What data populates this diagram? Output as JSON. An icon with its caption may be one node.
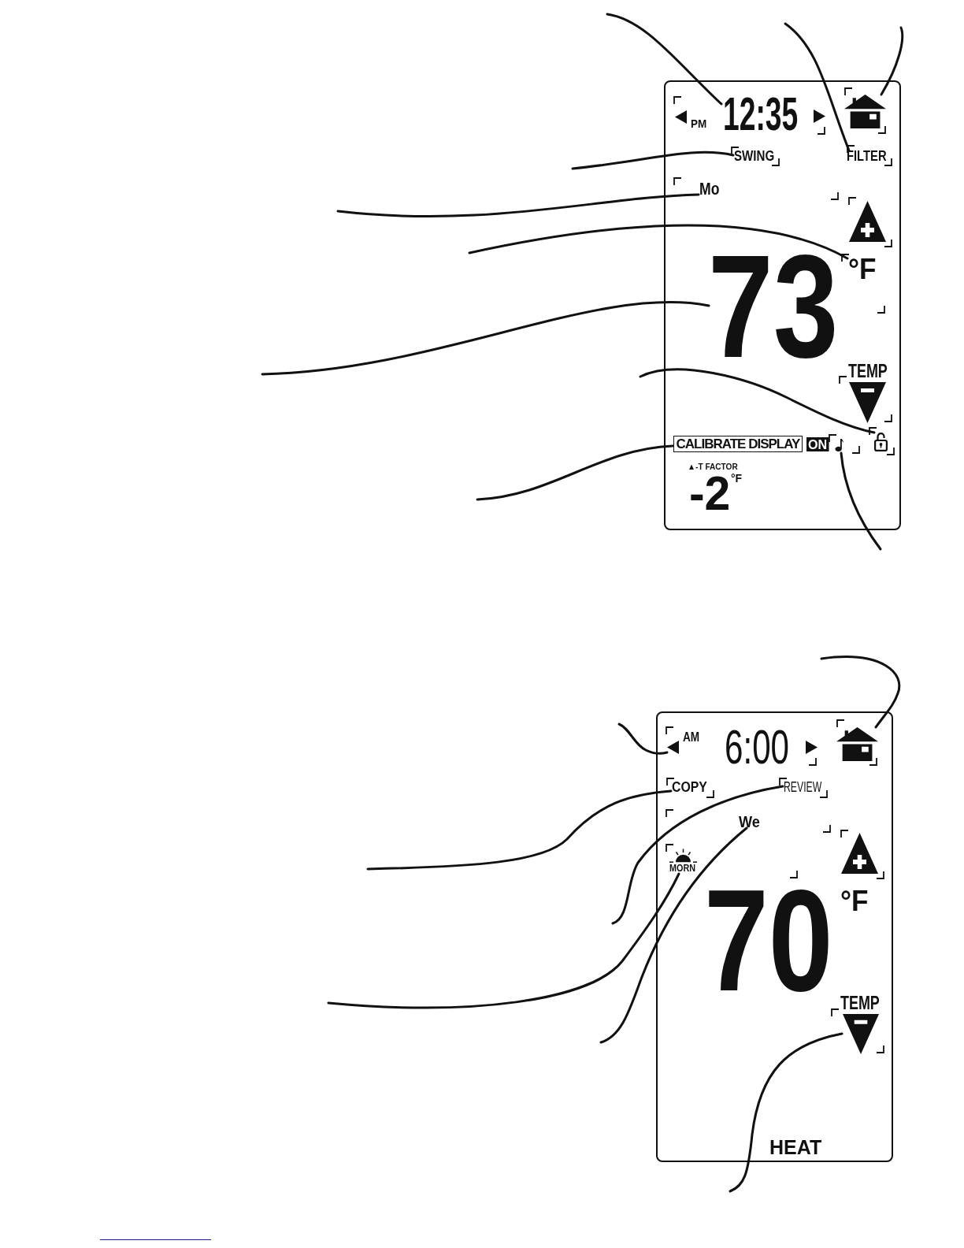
{
  "diagram": {
    "nodes": [
      {
        "text": [],
        "shape": "box"
      },
      {
        "text": [
          "12:35"
        ],
        "in": 0
      },
      {
        "text": [],
        "shape": "picture",
        "in": 0
      },
      {
        "text": [
          "SWING"
        ],
        "in": 0
      },
      {
        "text": [
          "FILTER"
        ],
        "in": 0
      },
      {
        "text": [
          "Mo"
        ],
        "in": 0
      },
      {
        "text": [
          "73"
        ],
        "in": 0
      },
      {
        "text": [
          "°F"
        ],
        "in": 0
      },
      {
        "text": [],
        "shape": "triangle",
        "in": 0,
        "beside": [
          "TEMP"
        ]
      },
      {
        "text": [
          "CALIBRATE DISPLAY"
        ],
        "in": 0
      },
      {
        "text": [
          "ON"
        ],
        "in": 0
      },
      {
        "text": [],
        "shape": "picture",
        "in": 0
      },
      {
        "text": [],
        "shape": "picture",
        "in": 0
      },
      {
        "text": [],
        "shape": "box"
      },
      {
        "text": [],
        "shape": "triangle",
        "in": 13
      },
      {
        "text": [],
        "shape": "picture",
        "in": 13
      },
      {
        "text": [
          "COPY"
        ],
        "in": 13
      },
      {
        "text": [
          "REVIEW"
        ],
        "in": 13
      },
      {
        "text": [
          "We"
        ],
        "in": 13
      },
      {
        "text": [
          "MORN"
        ],
        "in": 13
      },
      {
        "text": [],
        "shape": "triangle",
        "in": 13,
        "beside": [
          "TEMP"
        ]
      }
    ],
    "edges": [
      {
        "from": null,
        "to": 1,
        "arrow": "none"
      },
      {
        "from": null,
        "to": 2,
        "arrow": "none"
      },
      {
        "from": null,
        "to": 3,
        "arrow": "none"
      },
      {
        "from": null,
        "to": 4,
        "arrow": "none"
      },
      {
        "from": null,
        "to": 5,
        "arrow": "none"
      },
      {
        "from": null,
        "to": 6,
        "arrow": "none"
      },
      {
        "from": null,
        "to": 7,
        "arrow": "none"
      },
      {
        "from": null,
        "to": 9,
        "arrow": "none"
      },
      {
        "from": null,
        "to": 11,
        "arrow": "none"
      },
      {
        "from": null,
        "to": 12,
        "arrow": "none"
      },
      {
        "from": null,
        "to": 14,
        "arrow": "none"
      },
      {
        "from": null,
        "to": 15,
        "arrow": "none"
      },
      {
        "from": null,
        "to": 16,
        "arrow": "none"
      },
      {
        "from": null,
        "to": 17,
        "arrow": "none"
      },
      {
        "from": null,
        "to": 18,
        "arrow": "none"
      },
      {
        "from": null,
        "to": 19,
        "arrow": "none"
      },
      {
        "from": null,
        "to": 20,
        "arrow": "none"
      }
    ],
    "labels": [
      "PM",
      "▲-T FACTOR",
      "-2",
      "°F",
      "AM",
      "6:00",
      "70",
      "°F",
      "HEAT"
    ]
  }
}
